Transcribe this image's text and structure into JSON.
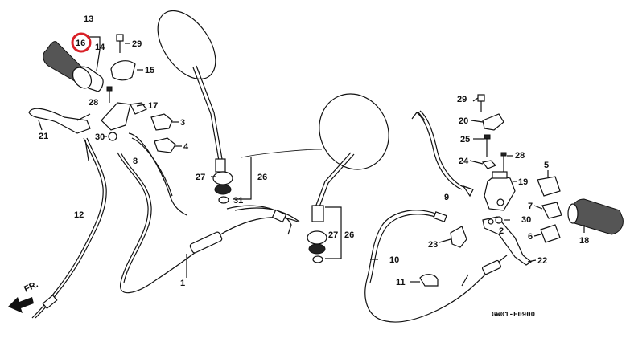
{
  "callouts": [
    "13",
    "16",
    "14",
    "29",
    "15",
    "28",
    "17",
    "3",
    "4",
    "21",
    "30",
    "8",
    "12",
    "27",
    "26",
    "31",
    "27",
    "26",
    "29",
    "20",
    "25",
    "28",
    "24",
    "19",
    "9",
    "5",
    "7",
    "30",
    "2",
    "6",
    "18",
    "23",
    "22",
    "10",
    "11",
    "1"
  ],
  "highlight": {
    "label": "16",
    "color": "#d92027"
  },
  "direction_marker": "FR.",
  "diagram_code": "GW01-F0900"
}
